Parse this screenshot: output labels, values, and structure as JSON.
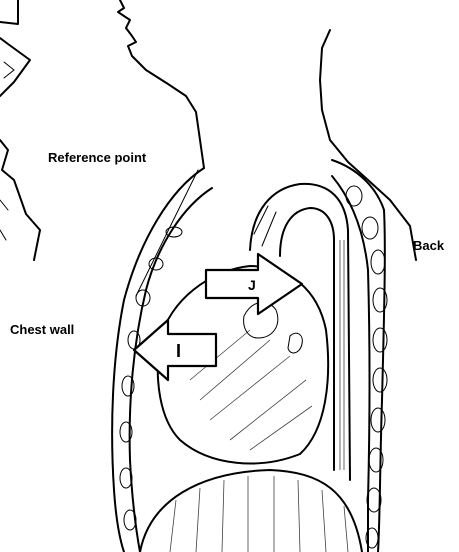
{
  "diagram": {
    "labels": {
      "reference_point": "Reference point",
      "back": "Back",
      "chest_wall": "Chest wall",
      "arrow_i": "I",
      "arrow_j": "J"
    },
    "colors": {
      "ink": "#000000",
      "paper": "#ffffff"
    }
  }
}
